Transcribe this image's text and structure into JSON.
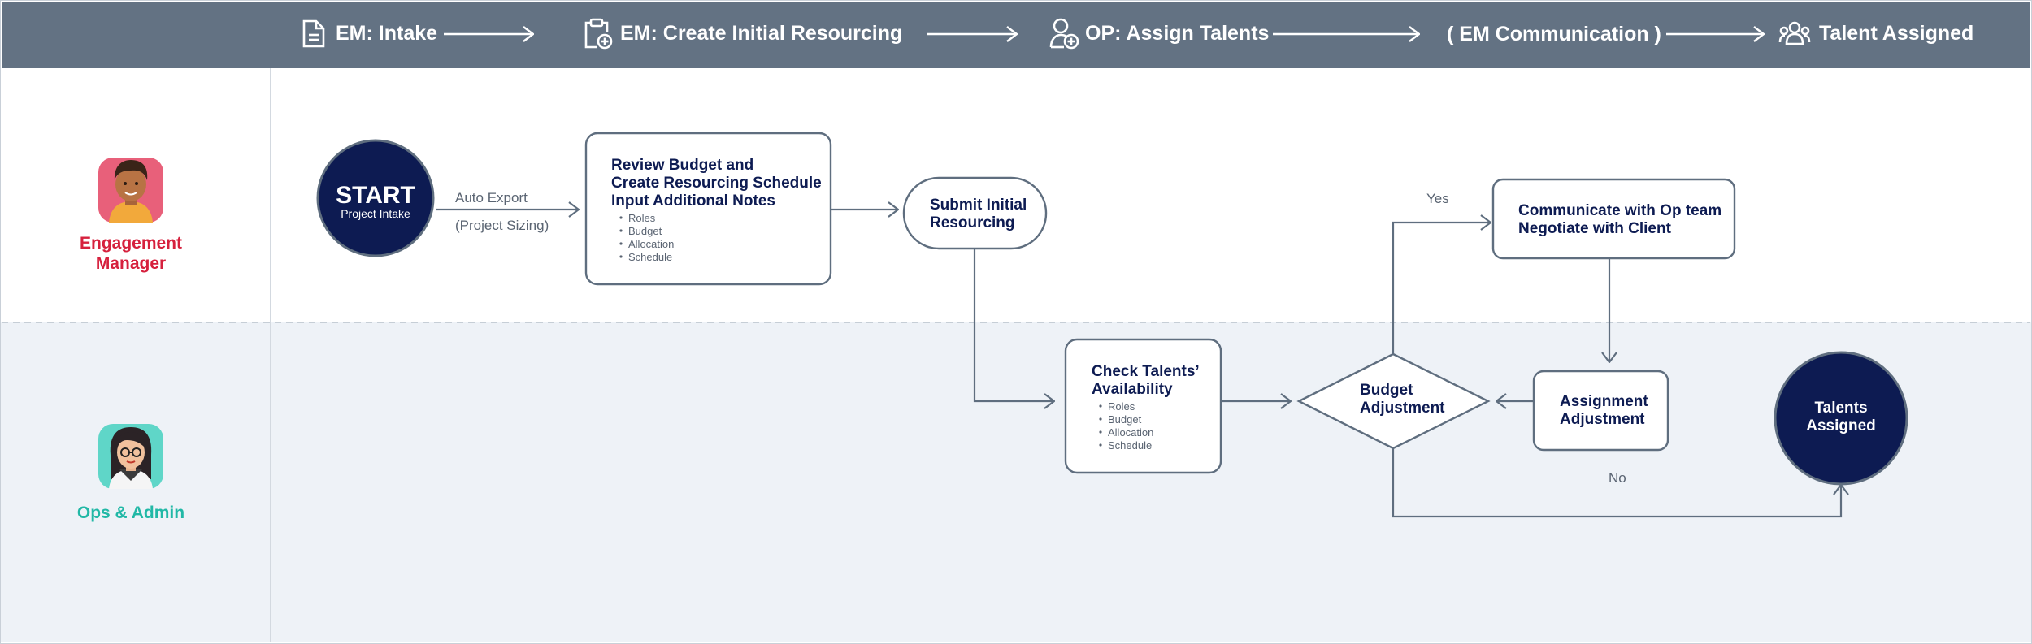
{
  "header": {
    "steps": [
      {
        "label": "EM: Intake",
        "icon": "document-icon"
      },
      {
        "label": "EM: Create Initial Resourcing",
        "icon": "clipboard-plus-icon"
      },
      {
        "label": "OP: Assign Talents",
        "icon": "user-add-icon"
      },
      {
        "label": "( EM Communication )",
        "icon": ""
      },
      {
        "label": "Talent Assigned",
        "icon": "team-icon"
      }
    ]
  },
  "lanes": [
    {
      "label_line1": "Engagement",
      "label_line2": "Manager",
      "color": "#d6203d",
      "avatar": "male-avatar-icon",
      "avatar_bg": "#e8607a"
    },
    {
      "label": "Ops & Admin",
      "color": "#21b8a6",
      "avatar": "female-avatar-icon",
      "avatar_bg": "#5fd6c8"
    }
  ],
  "nodes": {
    "start": {
      "title": "START",
      "subtitle": "Project Intake"
    },
    "review": {
      "lines": [
        "Review Budget and",
        "Create Resourcing Schedule",
        "Input Additional Notes"
      ],
      "bullets": [
        "Roles",
        "Budget",
        "Allocation",
        "Schedule"
      ]
    },
    "submit": {
      "lines": [
        "Submit Initial",
        "Resourcing"
      ]
    },
    "check": {
      "lines": [
        "Check Talents’",
        "Availability"
      ],
      "bullets": [
        "Roles",
        "Budget",
        "Allocation",
        "Schedule"
      ]
    },
    "budget": {
      "lines": [
        "Budget",
        "Adjustment"
      ]
    },
    "communicate": {
      "lines": [
        "Communicate with Op team",
        "Negotiate with Client"
      ]
    },
    "assignment": {
      "lines": [
        "Assignment",
        "Adjustment"
      ]
    },
    "end": {
      "lines": [
        "Talents",
        "Assigned"
      ]
    }
  },
  "edge_labels": {
    "auto_export": "Auto Export",
    "project_sizing": "(Project Sizing)",
    "yes": "Yes",
    "no": "No"
  },
  "colors": {
    "header_bg": "#637283",
    "lane_top_bg": "#ffffff",
    "lane_bottom_bg": "#eef2f7",
    "node_stroke": "#5f6e7f",
    "terminal_fill": "#0d1b52",
    "text_dark": "#0d1b52"
  }
}
